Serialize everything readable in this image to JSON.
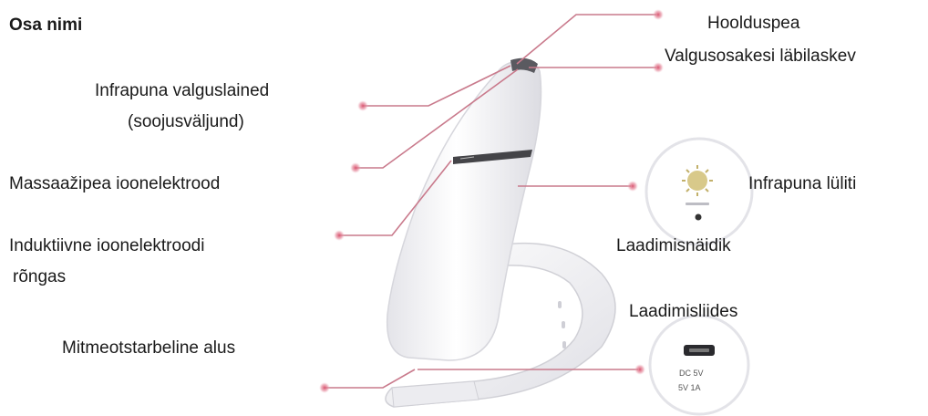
{
  "heading": "Osa nimi",
  "labels": {
    "hoolduspea": "Hoolduspea",
    "valgusosakesi": "Valgusosakesi läbilaskev",
    "infrapuna_line1": "Infrapuna valguslained",
    "infrapuna_line2": "(soojusväljund)",
    "massaazipea": "Massaažipea ioonelektrood",
    "induktiivne_line1": "Induktiivne ioonelektroodi",
    "induktiivne_line2": "rõngas",
    "mitmeotstarbeline": "Mitmeotstarbeline alus",
    "infrapuna_luliti": "Infrapuna lüliti",
    "laadimisnaidik": "Laadimisnäidik",
    "laadimisliides": "Laadimisliides"
  },
  "colors": {
    "leader": "#c97a8c",
    "dot": "#d9546f",
    "device": "#f5f5f7",
    "device_edge": "#d8d8de",
    "accent_dark": "#444448"
  },
  "icons": {
    "infrared_switch": "sun-icon",
    "charge_port": "usb-port-icon"
  },
  "port_text": {
    "line1": "DC 5V",
    "line2": "5V 1A"
  }
}
